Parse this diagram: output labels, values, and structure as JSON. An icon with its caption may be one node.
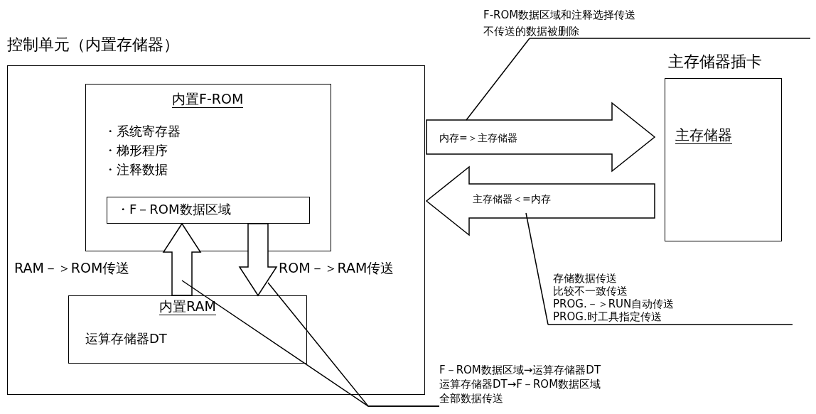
{
  "diagram": {
    "nodes": [
      {
        "text": [
          "控制单元（内置存储器）"
        ]
      },
      {
        "text": [
          "内置F-ROM",
          "・系统寄存器",
          "・梯形程序",
          "・注释数据"
        ],
        "in": 0
      },
      {
        "text": [
          "・F－ROM数据区域"
        ],
        "in": 1
      },
      {
        "text": [
          "内置RAM",
          "运算存储器DT"
        ],
        "in": 0
      },
      {
        "text": [
          "主存储器插卡",
          "主存储器"
        ]
      },
      {
        "text": [
          "F-ROM数据区域和注释选择传送",
          "不传送的数据被删除"
        ]
      },
      {
        "text": [
          "存储数据传送",
          "比较不一致传送",
          "PROG.－＞RUN自动传送",
          "PROG.时工具指定传送"
        ]
      },
      {
        "text": [
          "F－ROM数据区域→运算存储器DT",
          "运算存储器DT→F－ROM数据区域",
          "全部数据传送"
        ]
      }
    ],
    "edges": [
      {
        "from": 3,
        "to": 2,
        "arrow": "to",
        "label": "RAM－＞ROM传送"
      },
      {
        "from": 2,
        "to": 3,
        "arrow": "to",
        "label": "ROM－＞RAM传送"
      },
      {
        "from": 0,
        "to": 4,
        "arrow": "to",
        "label": "内存=＞主存储器"
      },
      {
        "from": 4,
        "to": 0,
        "arrow": "to",
        "label": "主存储器＜=内存"
      },
      {
        "from": 5,
        "to": null,
        "arrow": "none"
      },
      {
        "from": 6,
        "to": null,
        "arrow": "none"
      },
      {
        "from": 7,
        "to": null,
        "arrow": "none"
      },
      {
        "from": 7,
        "to": null,
        "arrow": "none"
      }
    ]
  }
}
